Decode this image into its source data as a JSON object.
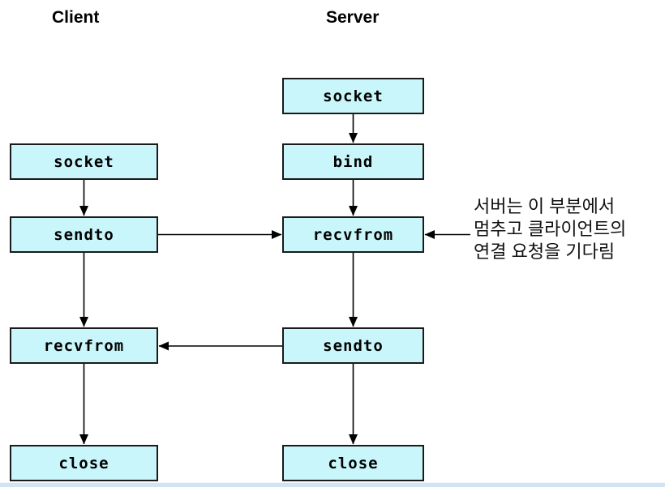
{
  "headers": {
    "client": "Client",
    "server": "Server"
  },
  "client": {
    "nodes": [
      "socket",
      "sendto",
      "recvfrom",
      "close"
    ]
  },
  "server": {
    "nodes": [
      "socket",
      "bind",
      "recvfrom",
      "sendto",
      "close"
    ]
  },
  "annotation": {
    "lines": [
      "서버는 이 부분에서",
      "멈추고 클라이언트의",
      "연결 요청을 기다림"
    ]
  },
  "colors": {
    "node_fill": "#c8f6fa",
    "node_border": "#1a1a1a",
    "arrow": "#000000",
    "bottom_strip": "#d3e3f4"
  }
}
